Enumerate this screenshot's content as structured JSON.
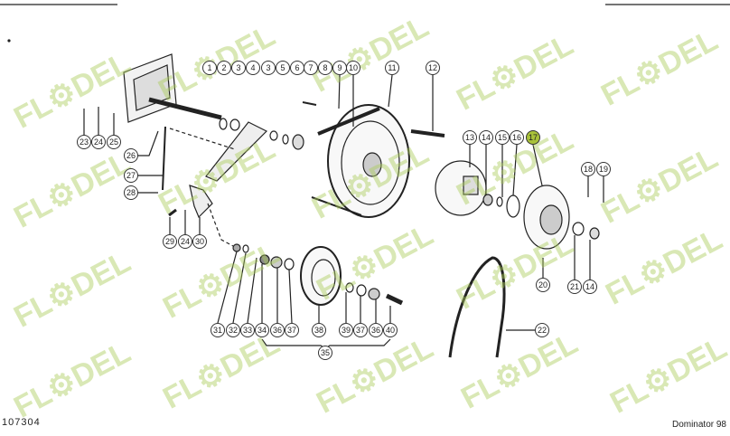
{
  "diagram": {
    "watermark": "FL⚙DEL",
    "highlight_color": "#a9c23a",
    "callouts": [
      {
        "label": "1"
      },
      {
        "label": "2"
      },
      {
        "label": "3"
      },
      {
        "label": "4"
      },
      {
        "label": "3"
      },
      {
        "label": "5"
      },
      {
        "label": "6"
      },
      {
        "label": "7"
      },
      {
        "label": "8"
      },
      {
        "label": "9"
      },
      {
        "label": "10"
      },
      {
        "label": "11"
      },
      {
        "label": "12"
      },
      {
        "label": "23"
      },
      {
        "label": "24"
      },
      {
        "label": "25"
      },
      {
        "label": "26"
      },
      {
        "label": "27"
      },
      {
        "label": "28"
      },
      {
        "label": "29"
      },
      {
        "label": "24"
      },
      {
        "label": "30"
      },
      {
        "label": "31"
      },
      {
        "label": "32"
      },
      {
        "label": "33"
      },
      {
        "label": "34"
      },
      {
        "label": "36"
      },
      {
        "label": "37"
      },
      {
        "label": "38"
      },
      {
        "label": "39"
      },
      {
        "label": "37"
      },
      {
        "label": "36"
      },
      {
        "label": "40"
      },
      {
        "label": "35"
      },
      {
        "label": "13"
      },
      {
        "label": "14"
      },
      {
        "label": "15"
      },
      {
        "label": "16"
      },
      {
        "label": "17",
        "highlighted": true
      },
      {
        "label": "18"
      },
      {
        "label": "19"
      },
      {
        "label": "20"
      },
      {
        "label": "21"
      },
      {
        "label": "14"
      },
      {
        "label": "22"
      }
    ]
  },
  "footer": {
    "drawing_number": "107304",
    "model": "Dominator 98"
  }
}
